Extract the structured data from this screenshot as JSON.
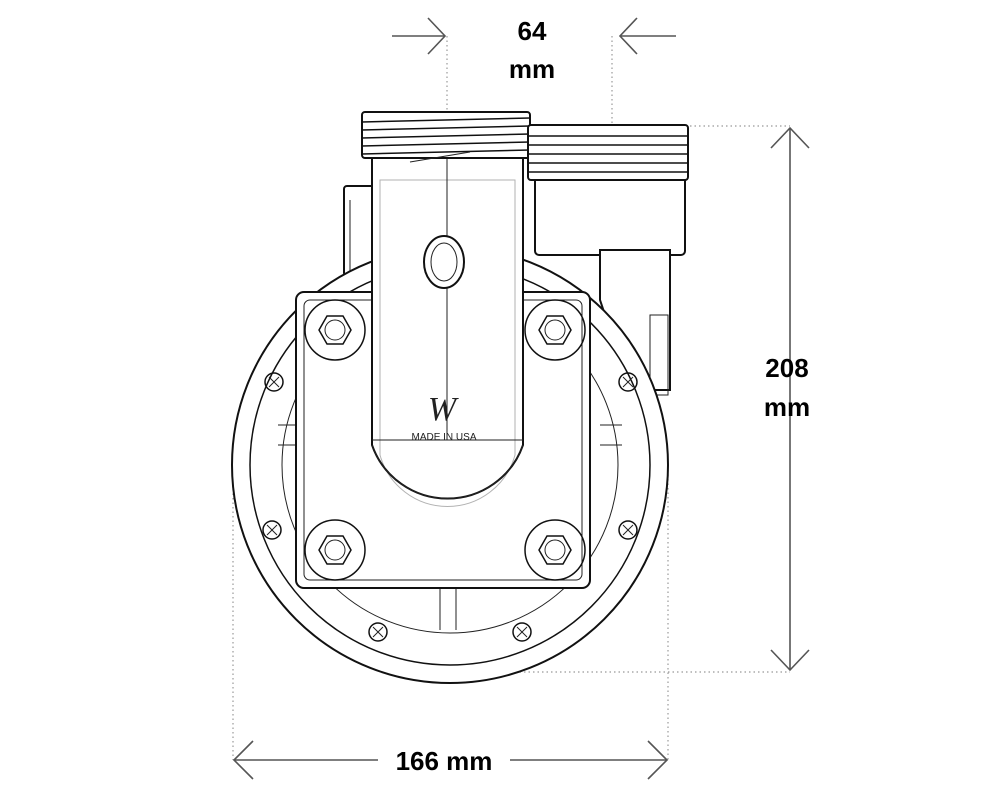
{
  "dimensions": {
    "top_value": "64",
    "top_unit": "mm",
    "right_value": "208",
    "right_unit": "mm",
    "bottom_label": "166 mm"
  },
  "product": {
    "logo_mark": "W",
    "made_in": "MADE IN USA"
  }
}
